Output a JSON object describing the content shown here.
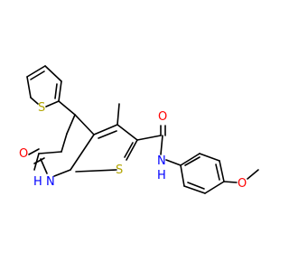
{
  "colors": {
    "bond": "#000000",
    "carbon": "#000000",
    "sulfur": "#b2a500",
    "oxygen": "#ff0000",
    "nitrogen": "#0000ff"
  },
  "atoms": {
    "thiophene_s": "S",
    "core_s": "S",
    "lactam_o": "O",
    "nh_ring_n": "N",
    "nh_ring_h": "H",
    "amide_o": "O",
    "amide_n": "N",
    "amide_h": "H",
    "methoxy_o": "O"
  }
}
